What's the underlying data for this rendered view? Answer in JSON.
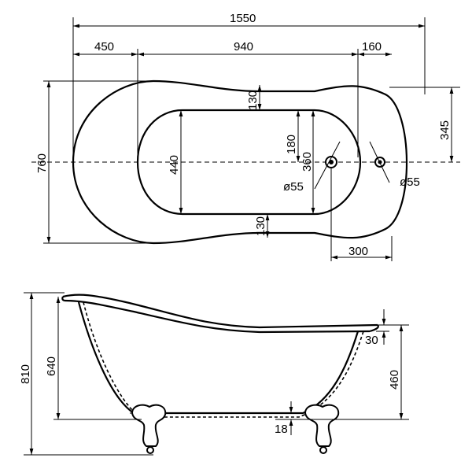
{
  "drawing": {
    "top_view": {
      "overall_length": "1550",
      "head_section": "450",
      "middle_section": "940",
      "foot_section": "160",
      "overall_width": "760",
      "inner_width": "440",
      "rim_top": "130",
      "rim_bottom": "130",
      "inner_half": "180",
      "drain_to_edge": "360",
      "drain_diameter": "ø55",
      "overflow_diameter": "ø55",
      "overflow_offset": "345",
      "drain_from_end": "300"
    },
    "side_view": {
      "total_height": "810",
      "rim_height": "640",
      "foot_end_height": "460",
      "lip_height": "30",
      "feet_clearance": "18"
    }
  }
}
